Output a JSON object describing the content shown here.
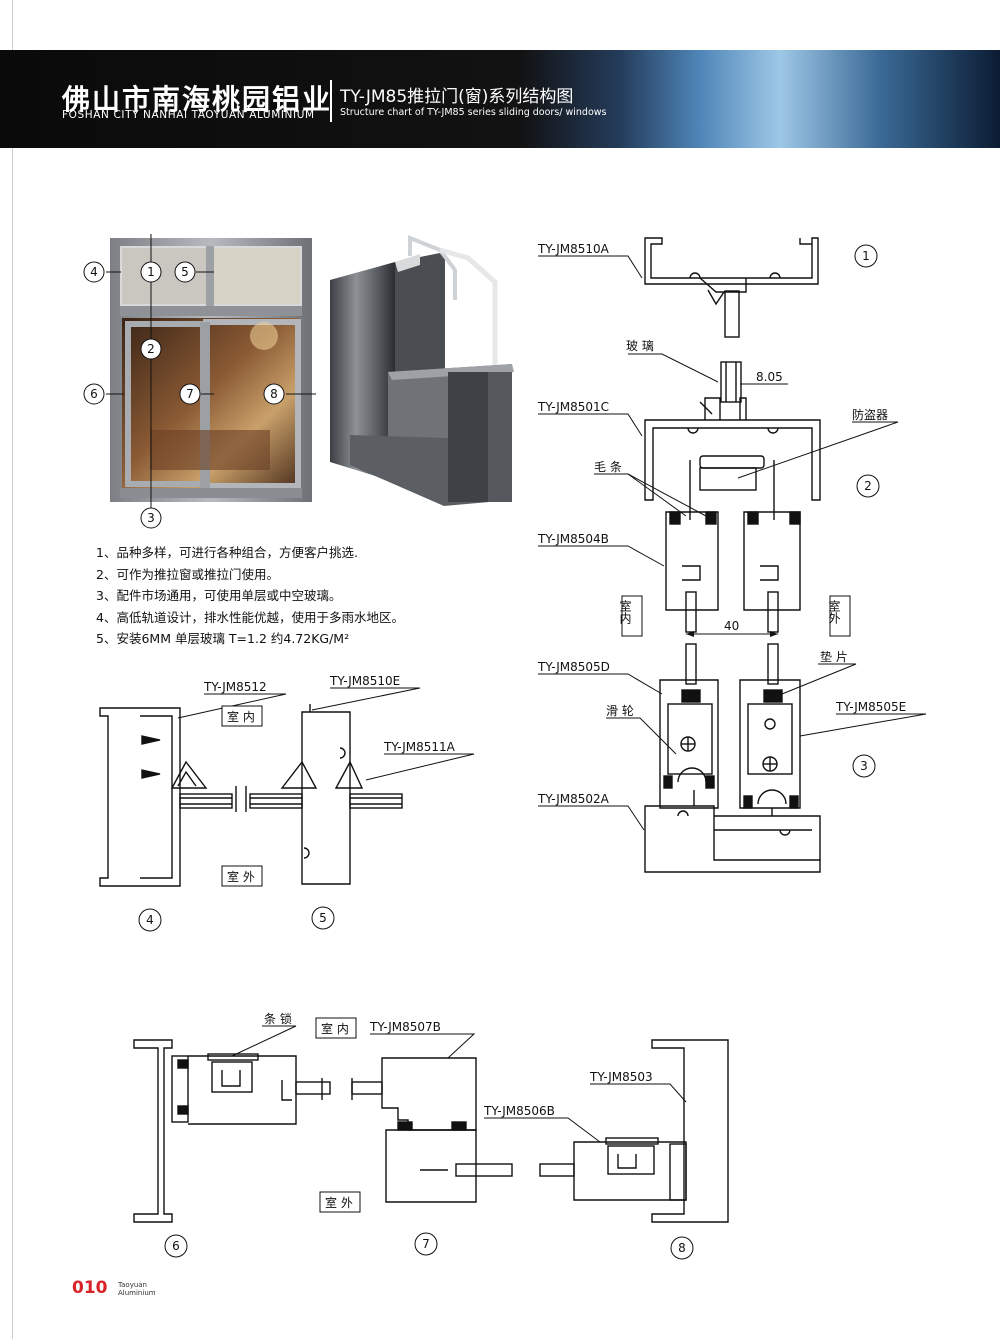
{
  "header": {
    "company_name": "佛山市南海桃园铝业",
    "company_name_en": "FOSHAN CITY NANHAI TAOYUAN ALUMINIUM",
    "title": "TY-JM85推拉门(窗)系列结构图",
    "subtitle": "Structure chart of TY-JM85 series sliding doors/ windows"
  },
  "notes": [
    "1、品种多样，可进行各种组合，方便客户挑选.",
    "2、可作为推拉窗或推拉门使用。",
    "3、配件市场通用，可使用单层或中空玻璃。",
    "4、高低轨道设计，排水性能优越，使用于多雨水地区。",
    "5、安装6MM 单层玻璃  T=1.2  约4.72KG/M²"
  ],
  "photo_markers": [
    "1",
    "2",
    "3",
    "4",
    "5",
    "6",
    "7",
    "8"
  ],
  "right_diagram": {
    "labels": {
      "p8510a": "TY-JM8510A",
      "glass": "玻 璃",
      "dim_805": "8.05",
      "p8501c": "TY-JM8501C",
      "anti_theft": "防盗器",
      "brush": "毛 条",
      "p8504b": "TY-JM8504B",
      "indoor": "室内",
      "outdoor": "室外",
      "dim_40": "40",
      "p8505d": "TY-JM8505D",
      "pad": "垫 片",
      "roller": "滑 轮",
      "p8505e": "TY-JM8505E",
      "p8502a": "TY-JM8502A"
    },
    "markers": [
      "1",
      "2",
      "3"
    ]
  },
  "section_45": {
    "labels": {
      "p8512": "TY-JM8512",
      "p8510e": "TY-JM8510E",
      "p8511a": "TY-JM8511A",
      "indoor": "室 内",
      "outdoor": "室 外"
    },
    "markers": [
      "4",
      "5"
    ]
  },
  "section_678": {
    "labels": {
      "lock": "条 锁",
      "indoor": "室 内",
      "p8507b": "TY-JM8507B",
      "p8503": "TY-JM8503",
      "p8506b": "TY-JM8506B",
      "outdoor": "室 外"
    },
    "markers": [
      "6",
      "7",
      "8"
    ]
  },
  "footer": {
    "page_number": "010",
    "brand_line1": "Taoyuan",
    "brand_line2": "Aluminium"
  }
}
